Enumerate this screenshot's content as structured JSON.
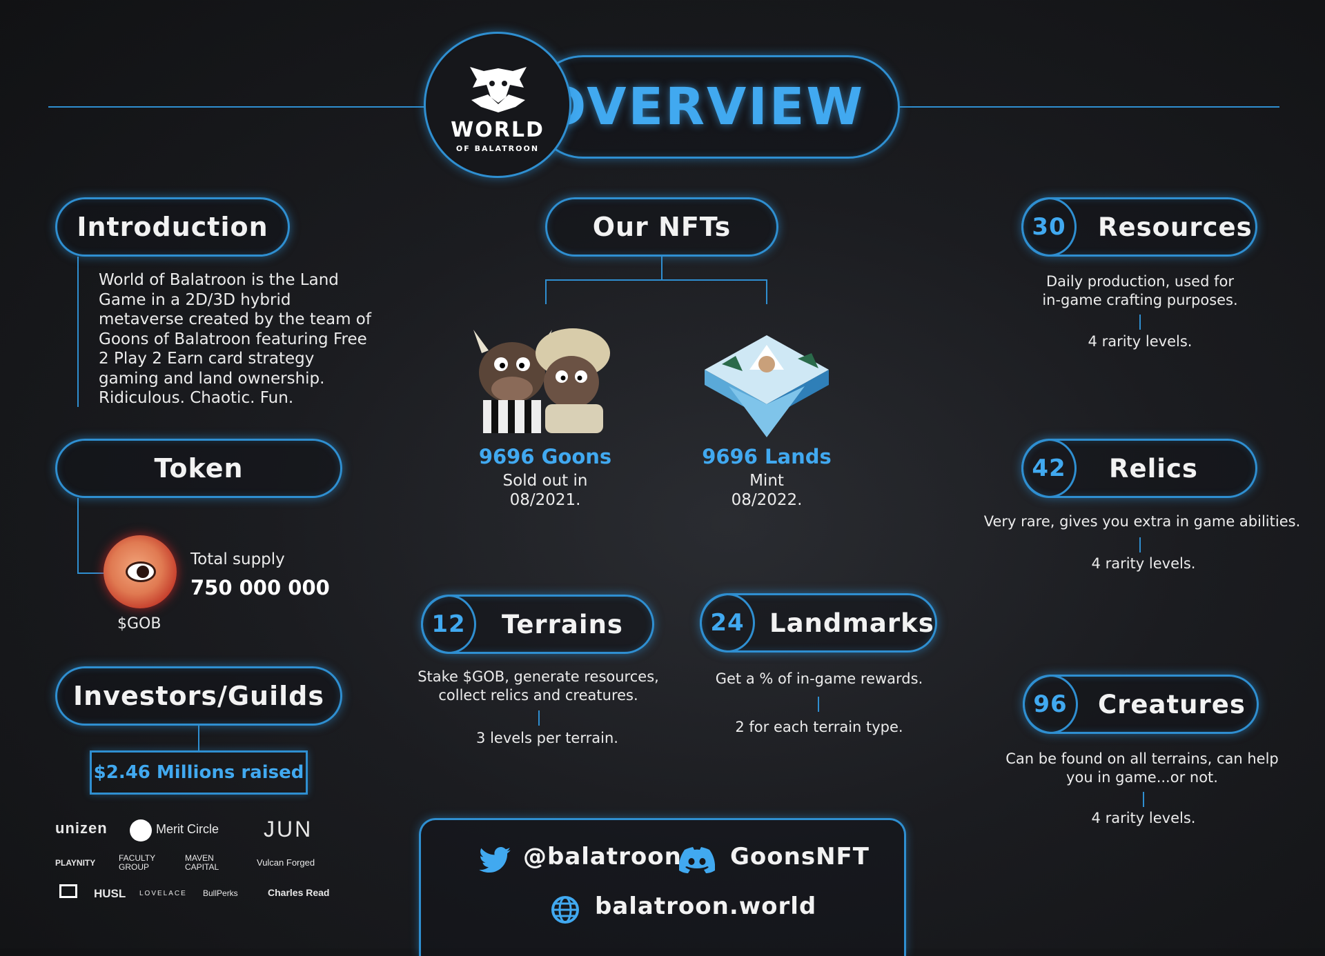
{
  "header": {
    "title": "OVERVIEW",
    "logo_main": "WORLD",
    "logo_sub": "OF BALATROON"
  },
  "introduction": {
    "title": "Introduction",
    "text": "World of Balatroon is the Land Game in a 2D/3D hybrid metaverse created by the team of Goons of Balatroon featuring Free 2 Play 2 Earn card strategy gaming and land ownership. Ridiculous. Chaotic. Fun."
  },
  "token": {
    "title": "Token",
    "supply_label": "Total supply",
    "supply_value": "750 000 000",
    "ticker": "$GOB"
  },
  "investors": {
    "title": "Investors/Guilds",
    "raised": "$2.46 Millions raised",
    "logos": [
      "unizen",
      "Merit Circle",
      "JUN",
      "PLAYNITY",
      "FACULTY GROUP",
      "MAVEN CAPITAL",
      "Vulcan Forged",
      "HUSL",
      "LOVELACE",
      "BullPerks",
      "Charles Read"
    ]
  },
  "nfts": {
    "title": "Our NFTs",
    "goons": {
      "title": "9696 Goons",
      "line1": "Sold out in",
      "line2": "08/2021."
    },
    "lands": {
      "title": "9696 Lands",
      "line1": "Mint",
      "line2": "08/2022."
    }
  },
  "terrains": {
    "count": "12",
    "title": "Terrains",
    "desc1": "Stake $GOB, generate resources,",
    "desc2": "collect relics and creatures.",
    "note": "3 levels per terrain."
  },
  "landmarks": {
    "count": "24",
    "title": "Landmarks",
    "desc": "Get a % of in-game rewards.",
    "note": "2 for each terrain type."
  },
  "resources": {
    "count": "30",
    "title": "Resources",
    "desc1": "Daily production, used for",
    "desc2": "in-game crafting purposes.",
    "note": "4 rarity levels."
  },
  "relics": {
    "count": "42",
    "title": "Relics",
    "desc": "Very rare, gives you extra in game abilities.",
    "note": "4 rarity levels."
  },
  "creatures": {
    "count": "96",
    "title": "Creatures",
    "desc1": "Can be found on all terrains, can help",
    "desc2": "you in game...or not.",
    "note": "4 rarity levels."
  },
  "socials": {
    "twitter": "@balatroon",
    "discord": "GoonsNFT",
    "website": "balatroon.world"
  },
  "colors": {
    "accent": "#2f8fd1",
    "highlight": "#41a9f0",
    "background": "#1b1c20"
  }
}
